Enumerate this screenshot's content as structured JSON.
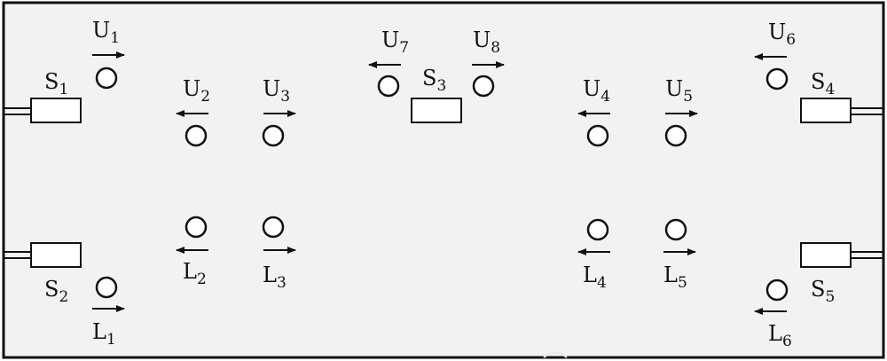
{
  "diagram": {
    "background_color": "#f2f2f2",
    "stroke_color": "#111111",
    "sensors": [
      {
        "id": "s1",
        "prefix": "S",
        "sub": "1"
      },
      {
        "id": "s2",
        "prefix": "S",
        "sub": "2"
      },
      {
        "id": "s3",
        "prefix": "S",
        "sub": "3"
      },
      {
        "id": "s4",
        "prefix": "S",
        "sub": "4"
      },
      {
        "id": "s5",
        "prefix": "S",
        "sub": "5"
      }
    ],
    "upper_points": [
      {
        "id": "u1",
        "prefix": "U",
        "sub": "1",
        "direction": "right"
      },
      {
        "id": "u2",
        "prefix": "U",
        "sub": "2",
        "direction": "left"
      },
      {
        "id": "u3",
        "prefix": "U",
        "sub": "3",
        "direction": "right"
      },
      {
        "id": "u4",
        "prefix": "U",
        "sub": "4",
        "direction": "left"
      },
      {
        "id": "u5",
        "prefix": "U",
        "sub": "5",
        "direction": "right"
      },
      {
        "id": "u6",
        "prefix": "U",
        "sub": "6",
        "direction": "left"
      },
      {
        "id": "u7",
        "prefix": "U",
        "sub": "7",
        "direction": "left"
      },
      {
        "id": "u8",
        "prefix": "U",
        "sub": "8",
        "direction": "right"
      }
    ],
    "lower_points": [
      {
        "id": "l1",
        "prefix": "L",
        "sub": "1",
        "direction": "right"
      },
      {
        "id": "l2",
        "prefix": "L",
        "sub": "2",
        "direction": "left"
      },
      {
        "id": "l3",
        "prefix": "L",
        "sub": "3",
        "direction": "right"
      },
      {
        "id": "l4",
        "prefix": "L",
        "sub": "4",
        "direction": "left"
      },
      {
        "id": "l5",
        "prefix": "L",
        "sub": "5",
        "direction": "right"
      },
      {
        "id": "l6",
        "prefix": "L",
        "sub": "6",
        "direction": "left"
      }
    ]
  }
}
